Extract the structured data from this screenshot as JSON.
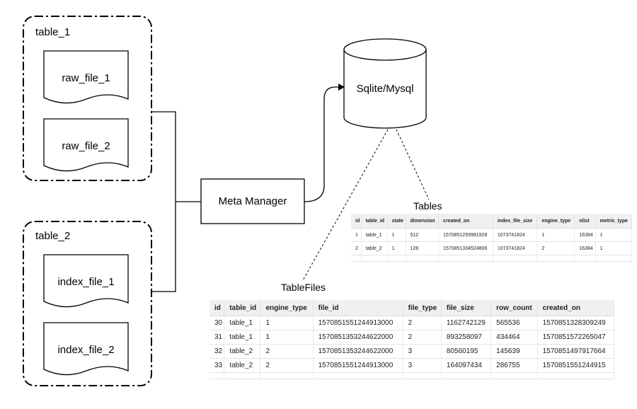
{
  "groups": [
    {
      "label": "table_1",
      "files": [
        "raw_file_1",
        "raw_file_2"
      ]
    },
    {
      "label": "table_2",
      "files": [
        "index_file_1",
        "index_file_2"
      ]
    }
  ],
  "meta_manager": {
    "label": "Meta Manager"
  },
  "database": {
    "label": "Sqlite/Mysql"
  },
  "tables_table": {
    "title": "Tables",
    "columns": [
      "id",
      "table_id",
      "state",
      "dimension",
      "created_on",
      "index_file_size",
      "engine_type",
      "nlist",
      "metric_type"
    ],
    "rows": [
      [
        "1",
        "table_1",
        "1",
        "512",
        "1570851293981928",
        "1073741824",
        "1",
        "16384",
        "1"
      ],
      [
        "2",
        "table_2",
        "1",
        "128",
        "1570851334524806",
        "1073741824",
        "2",
        "16384",
        "1"
      ]
    ]
  },
  "files_table": {
    "title": "TableFiles",
    "columns": [
      "id",
      "table_id",
      "engine_type",
      "file_id",
      "file_type",
      "file_size",
      "row_count",
      "created_on"
    ],
    "rows": [
      [
        "30",
        "table_1",
        "1",
        "1570851551244913000",
        "2",
        "1162742129",
        "565536",
        "1570851328309249"
      ],
      [
        "31",
        "table_1",
        "1",
        "1570851353244622000",
        "2",
        "893258097",
        "434464",
        "1570851572265047"
      ],
      [
        "32",
        "table_2",
        "2",
        "1570851353244622000",
        "3",
        "80560195",
        "145639",
        "1570851497917664"
      ],
      [
        "33",
        "table_2",
        "2",
        "1570851551244913000",
        "3",
        "164097434",
        "286755",
        "1570851551244915"
      ]
    ]
  }
}
